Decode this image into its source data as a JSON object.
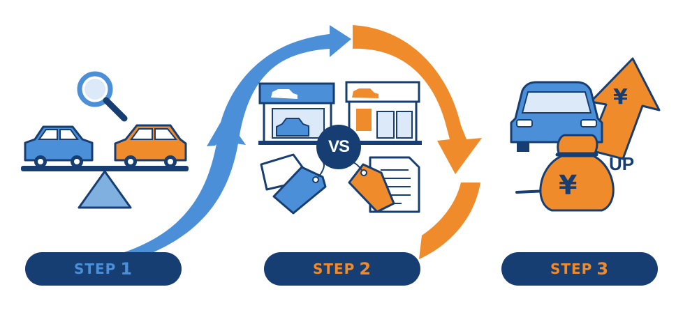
{
  "steps": [
    {
      "label": "STEP",
      "number": "1"
    },
    {
      "label": "STEP",
      "number": "2"
    },
    {
      "label": "STEP",
      "number": "3"
    }
  ],
  "comparison_text": "VS",
  "up_text": "UP",
  "yen_symbol": "¥",
  "colors": {
    "blue": "#4a8fd8",
    "orange": "#f08b2c",
    "navy": "#173e72",
    "light_blue": "#7fb0e0"
  },
  "icons": [
    "magnifier-icon",
    "balance-scale-icon",
    "car-icon",
    "dealer-shop-icon",
    "price-tag-icon",
    "document-icon",
    "money-bag-icon",
    "up-arrow-icon"
  ]
}
